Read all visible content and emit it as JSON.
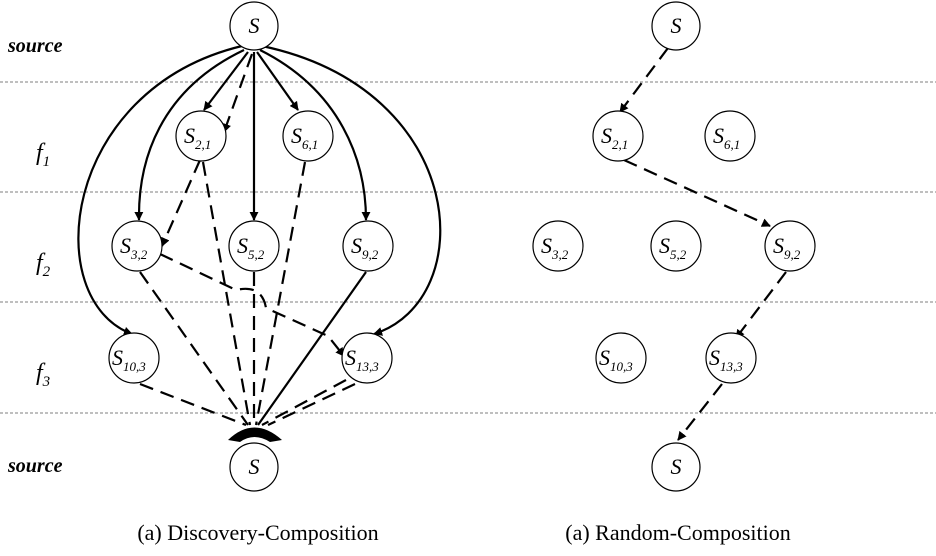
{
  "row_labels": {
    "source_top": "source",
    "f1": "f",
    "f1_sub": "1",
    "f2": "f",
    "f2_sub": "2",
    "f3": "f",
    "f3_sub": "3",
    "source_bottom": "source"
  },
  "captions": {
    "left": "(a) Discovery-Composition",
    "right": "(a) Random-Composition"
  },
  "left_nodes": {
    "src_top": {
      "main": "S",
      "sub": ""
    },
    "s21": {
      "main": "S",
      "sub": "2,1"
    },
    "s61": {
      "main": "S",
      "sub": "6,1"
    },
    "s32": {
      "main": "S",
      "sub": "3,2"
    },
    "s52": {
      "main": "S",
      "sub": "5,2"
    },
    "s92": {
      "main": "S",
      "sub": "9,2"
    },
    "s103": {
      "main": "S",
      "sub": "10,3"
    },
    "s133": {
      "main": "S",
      "sub": "13,3"
    },
    "src_bottom": {
      "main": "S",
      "sub": ""
    }
  },
  "right_nodes": {
    "src_top": {
      "main": "S",
      "sub": ""
    },
    "s21": {
      "main": "S",
      "sub": "2,1"
    },
    "s61": {
      "main": "S",
      "sub": "6,1"
    },
    "s32": {
      "main": "S",
      "sub": "3,2"
    },
    "s52": {
      "main": "S",
      "sub": "5,2"
    },
    "s92": {
      "main": "S",
      "sub": "9,2"
    },
    "s103": {
      "main": "S",
      "sub": "10,3"
    },
    "s133": {
      "main": "S",
      "sub": "13,3"
    },
    "src_bottom": {
      "main": "S",
      "sub": ""
    }
  }
}
